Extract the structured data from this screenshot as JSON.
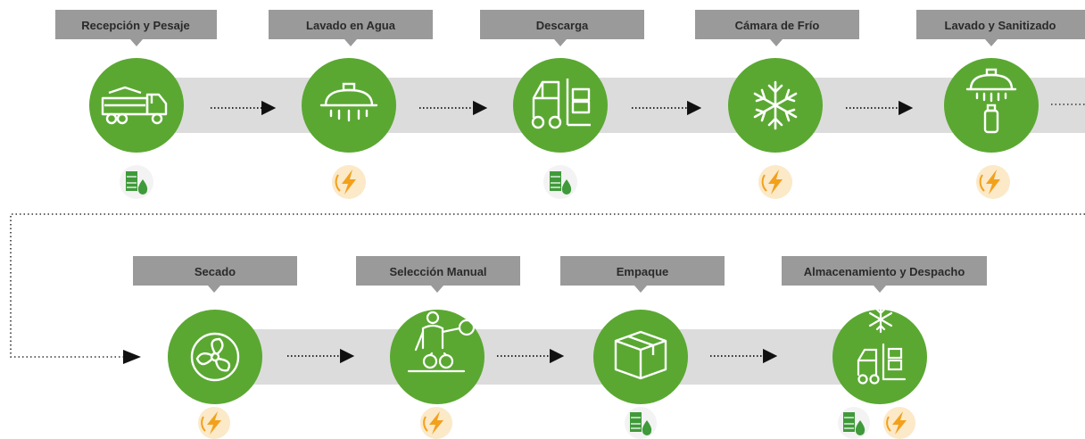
{
  "colors": {
    "circle": "#5aa832",
    "band": "#dcdcdc",
    "label_box": "#9a9a9a",
    "label_text": "#2a2a2a",
    "arrow": "#111111",
    "fuel_badge": "#3f9a3a",
    "energy_badge": "#f2a11c"
  },
  "row1": {
    "steps": [
      {
        "label": "Recepción y Pesaje",
        "icon": "truck-icon",
        "badges": [
          "fuel-water-icon"
        ]
      },
      {
        "label": "Lavado en Agua",
        "icon": "shower-head-icon",
        "badges": [
          "energy-icon"
        ]
      },
      {
        "label": "Descarga",
        "icon": "forklift-icon",
        "badges": [
          "fuel-water-icon"
        ]
      },
      {
        "label": "Cámara de Frío",
        "icon": "snowflake-icon",
        "badges": [
          "energy-icon"
        ]
      },
      {
        "label": "Lavado y Sanitizado",
        "icon": "sanitizer-icon",
        "badges": [
          "energy-icon"
        ]
      }
    ]
  },
  "row2": {
    "steps": [
      {
        "label": "Secado",
        "icon": "fan-icon",
        "badges": [
          "energy-icon"
        ]
      },
      {
        "label": "Selección Manual",
        "icon": "manual-selection-icon",
        "badges": [
          "energy-icon"
        ]
      },
      {
        "label": "Empaque",
        "icon": "box-icon",
        "badges": [
          "fuel-water-icon"
        ]
      },
      {
        "label": "Almacenamiento y Despacho",
        "icon": "cold-storage-dispatch-icon",
        "badges": [
          "fuel-water-icon",
          "energy-icon"
        ]
      }
    ]
  }
}
